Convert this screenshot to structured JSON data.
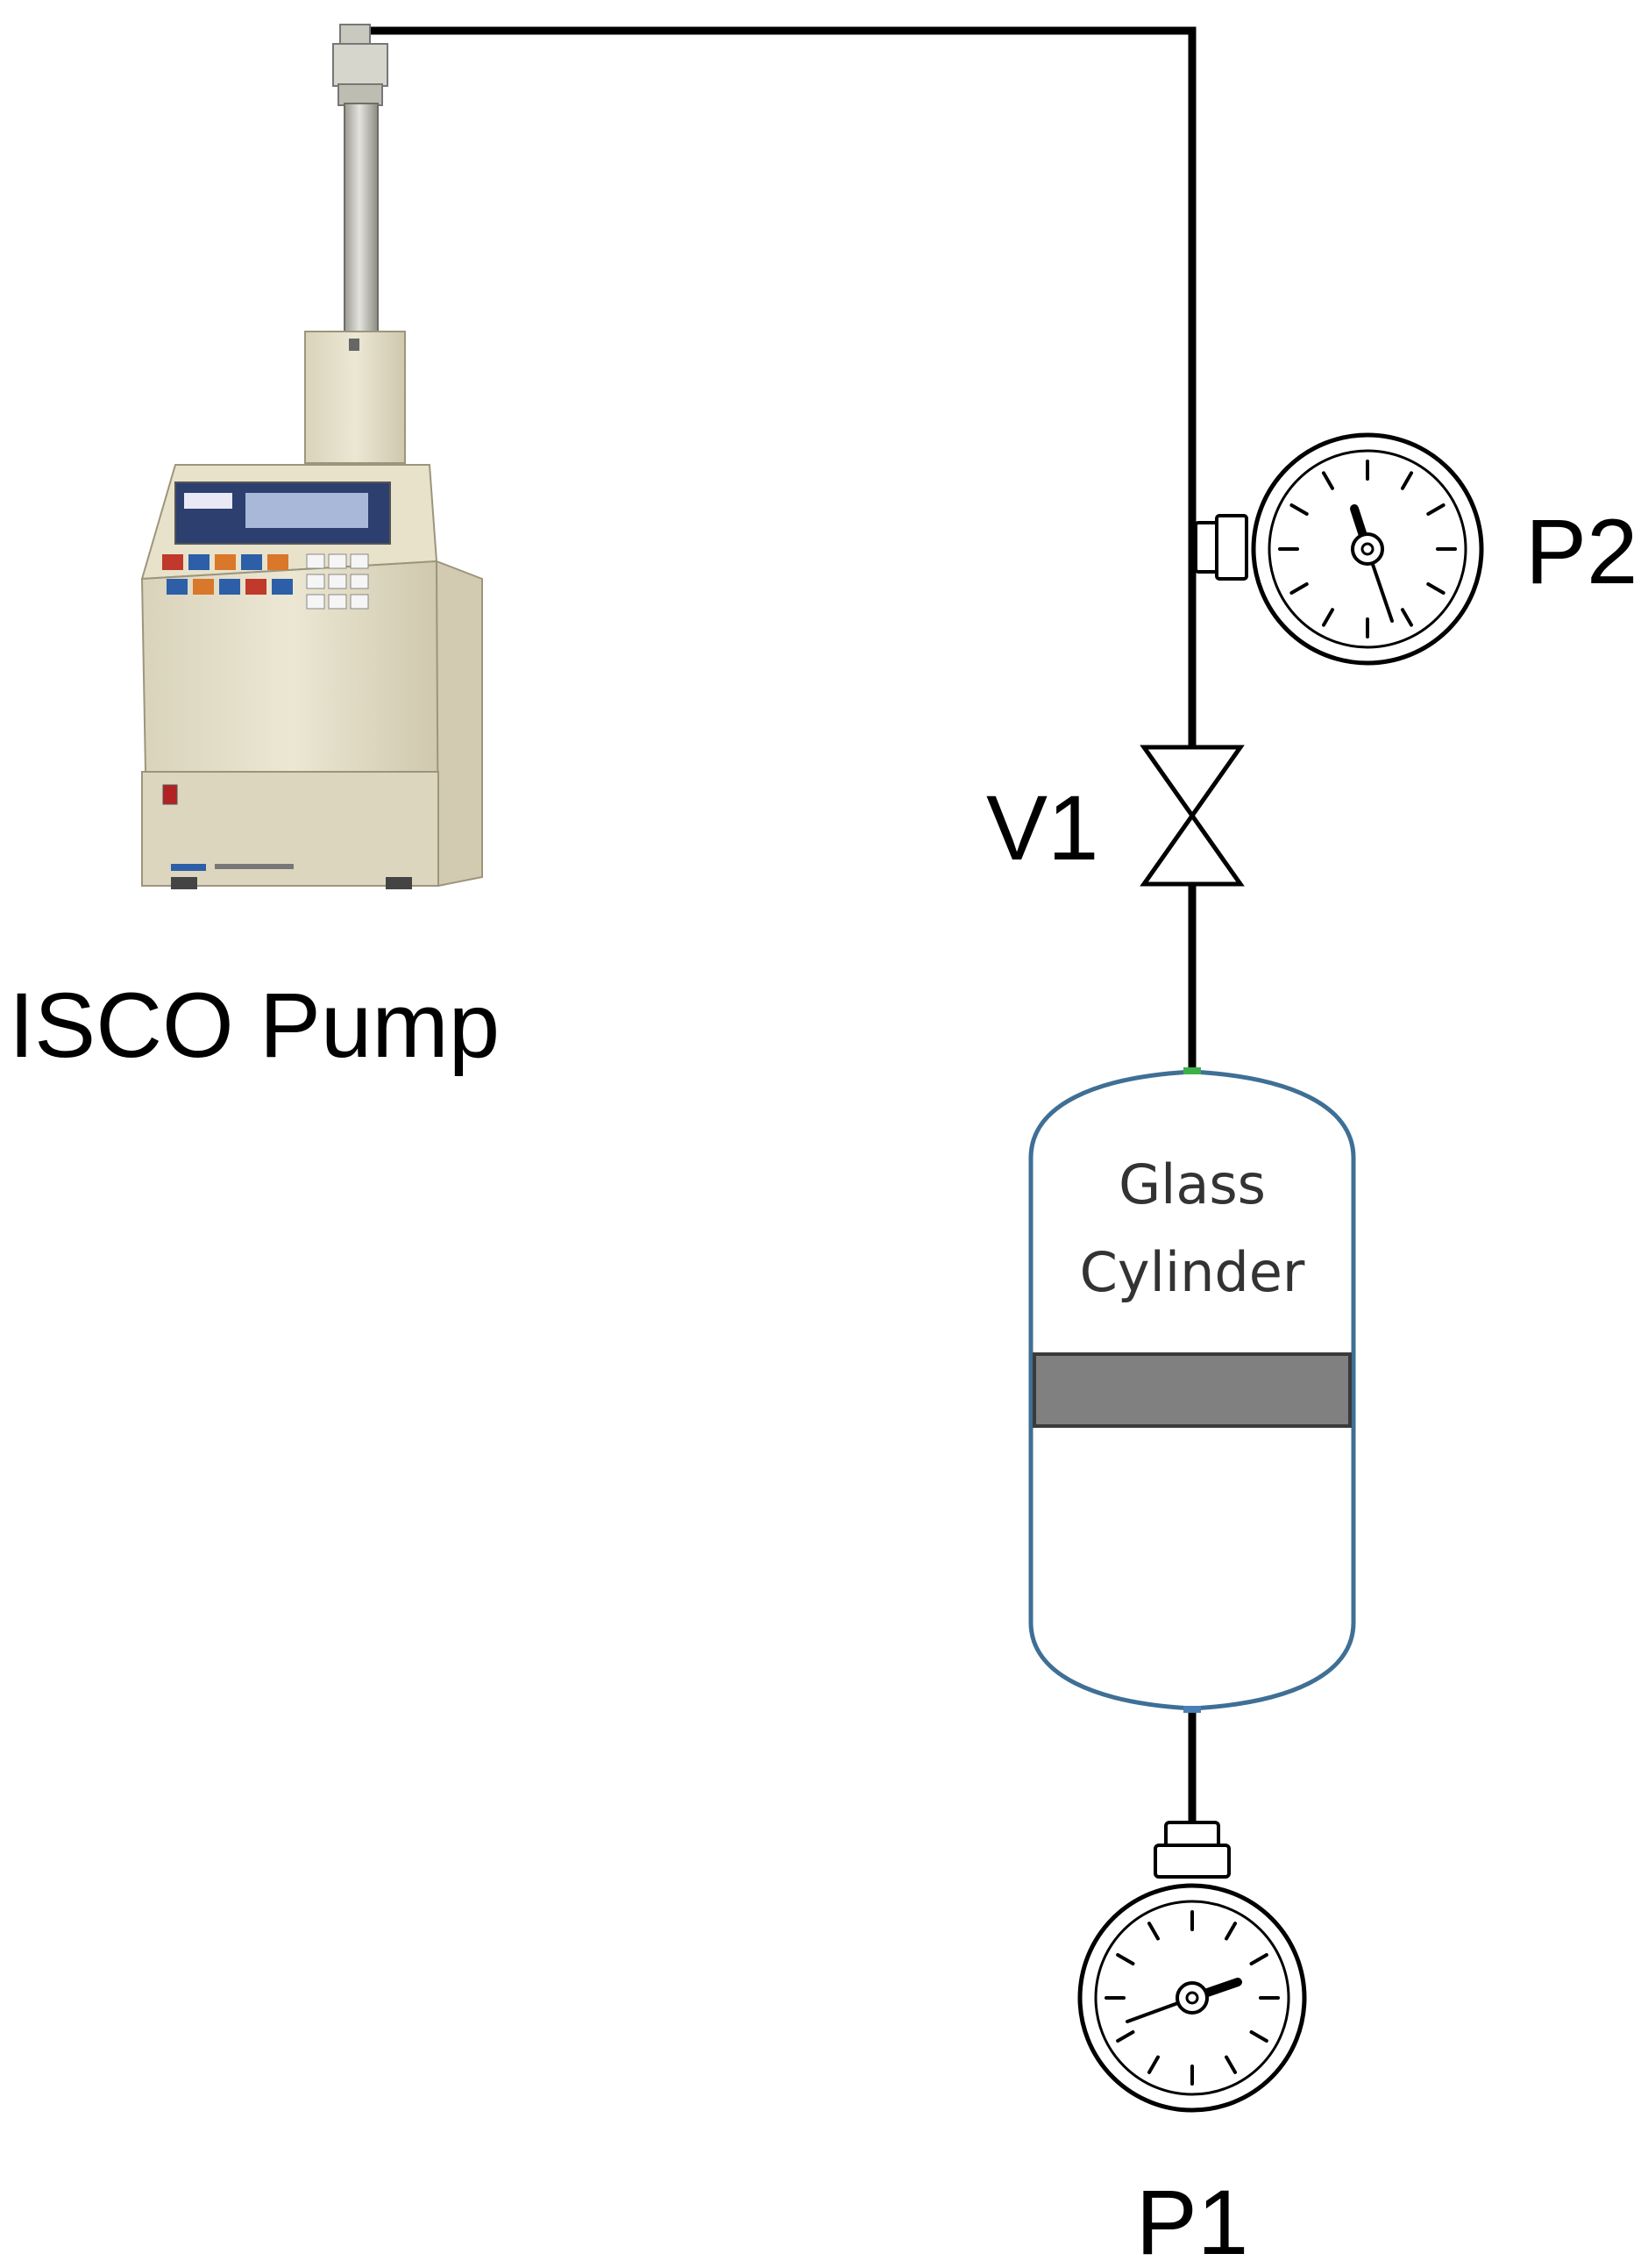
{
  "labels": {
    "pump": "ISCO Pump",
    "gauge_top": "P2",
    "valve": "V1",
    "vessel_line1": "Glass",
    "vessel_line2": "Cylinder",
    "gauge_bottom": "P1"
  },
  "colors": {
    "line": "#000000",
    "vessel_outline": "#3f6f95",
    "piston": "#808080",
    "pump_body": "#e5dfc8",
    "connector_top": "#3cb04a",
    "connector_bottom": "#4a7fb5"
  }
}
